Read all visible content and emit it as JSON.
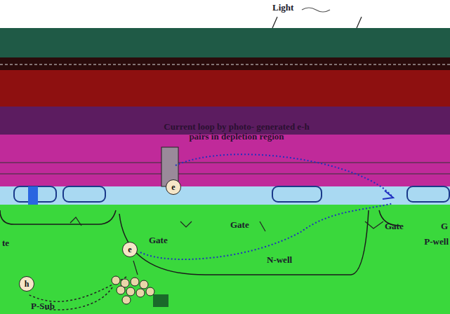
{
  "diagram": {
    "nodes": [
      {
        "text": [
          "e"
        ]
      },
      {
        "text": [
          "e"
        ]
      },
      {
        "text": [
          "h"
        ]
      }
    ],
    "labels": [
      "Light",
      "Current loop by photo- generated e-h pairs in depletion region",
      "Gate",
      "Gate",
      "Gate",
      "te",
      "G",
      "N-well",
      "P-well",
      "P-Sub"
    ]
  }
}
